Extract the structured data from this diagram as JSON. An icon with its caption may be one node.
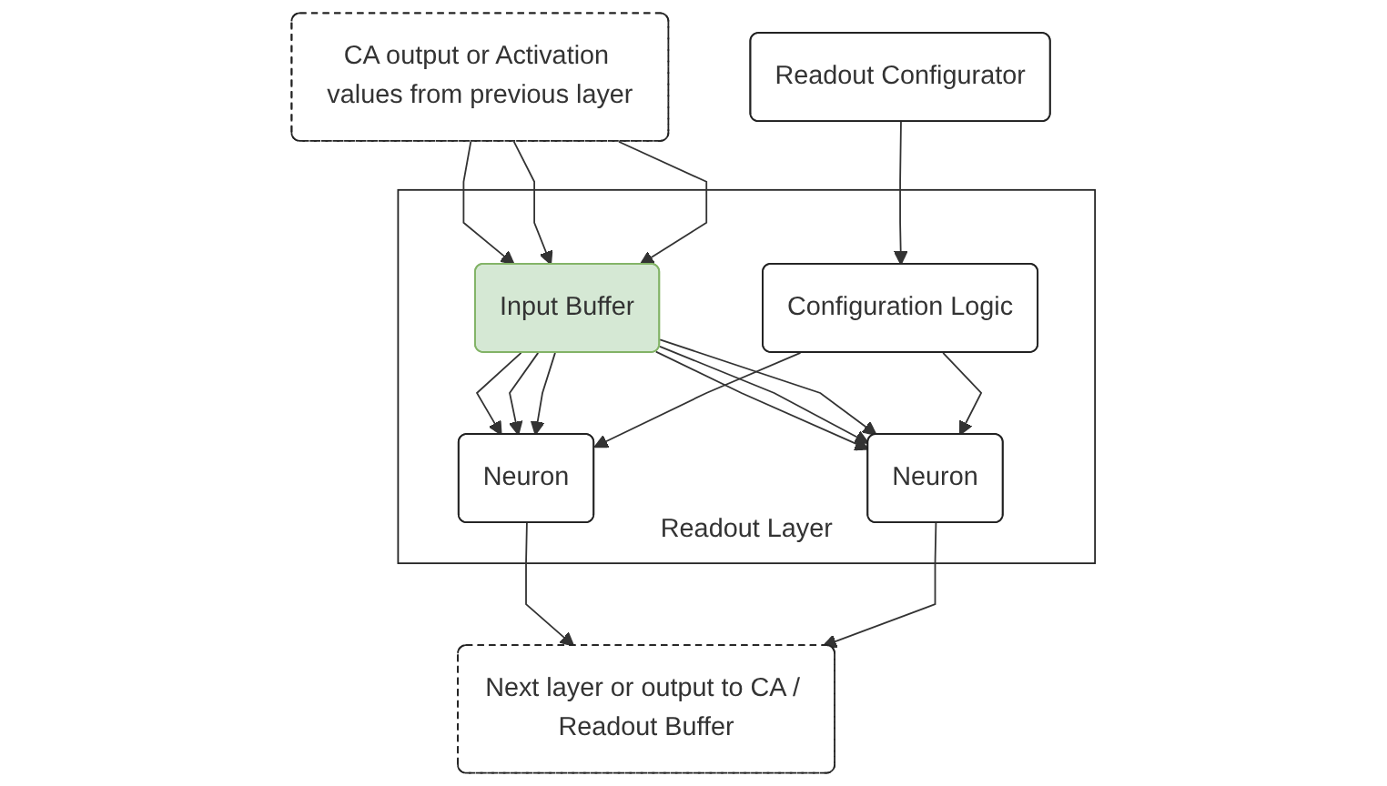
{
  "diagram": {
    "nodes": [
      {
        "text": [
          "CA output or Activation values from previous layer"
        ]
      },
      {
        "text": [
          "Readout Layer"
        ]
      },
      {
        "text": [
          "Input Buffer"
        ],
        "in": 1
      },
      {
        "text": [
          "Readout Configurator"
        ]
      },
      {
        "text": [
          "Configuration Logic"
        ],
        "in": 1
      },
      {
        "text": [
          "Neuron"
        ],
        "in": 1
      },
      {
        "text": [
          "Neuron"
        ],
        "in": 1
      },
      {
        "text": [
          "Next layer or output to CA / Readout Buffer"
        ]
      }
    ],
    "edges": [
      {
        "from": 0,
        "to": 2,
        "arrow": "to"
      },
      {
        "from": 0,
        "to": 2,
        "arrow": "to"
      },
      {
        "from": 0,
        "to": 2,
        "arrow": "to"
      },
      {
        "from": 2,
        "to": 5,
        "arrow": "to"
      },
      {
        "from": 2,
        "to": 6,
        "arrow": "to"
      },
      {
        "from": 2,
        "to": 5,
        "arrow": "to"
      },
      {
        "from": 2,
        "to": 6,
        "arrow": "to"
      },
      {
        "from": 2,
        "to": 5,
        "arrow": "to"
      },
      {
        "from": 2,
        "to": 6,
        "arrow": "to"
      },
      {
        "from": 3,
        "to": 4,
        "arrow": "to"
      },
      {
        "from": 4,
        "to": 5,
        "arrow": "to"
      },
      {
        "from": 4,
        "to": 6,
        "arrow": "to"
      },
      {
        "from": 5,
        "to": 7,
        "arrow": "to"
      },
      {
        "from": 6,
        "to": 7,
        "arrow": "to"
      }
    ]
  }
}
